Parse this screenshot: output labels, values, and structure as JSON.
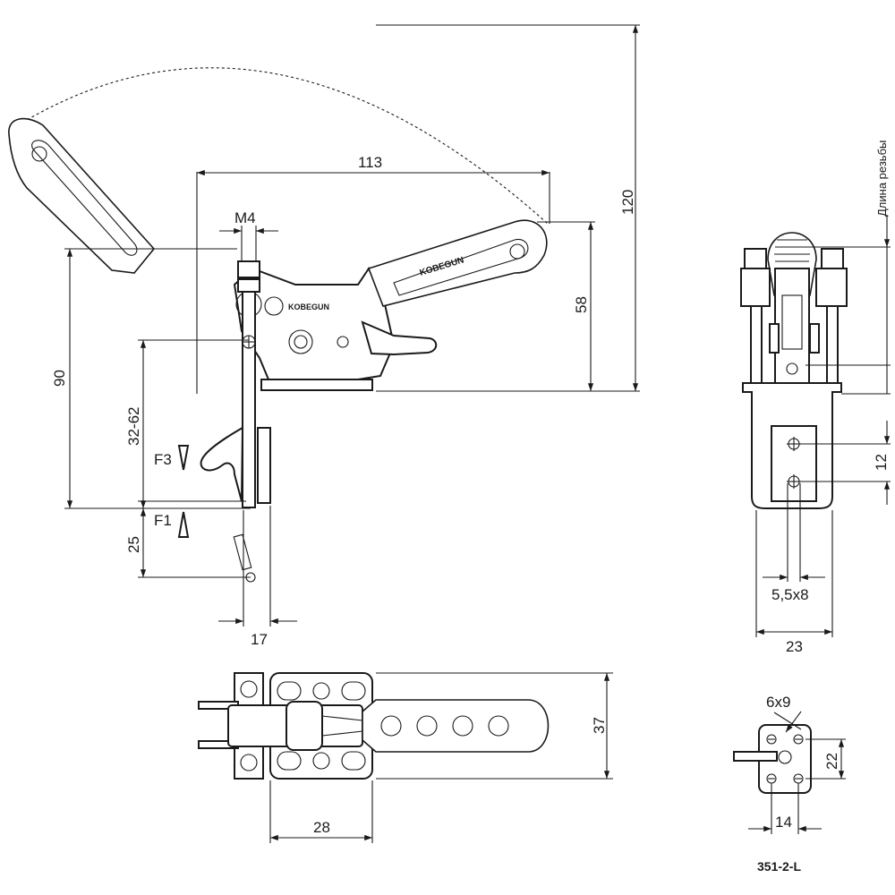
{
  "side_view": {
    "dim_width": "113",
    "dim_thread": "M4",
    "dim_height_max": "120",
    "dim_handle_height": "58",
    "dim_stroke": "90",
    "dim_adjust": "32-62",
    "dim_tip": "25",
    "dim_offset": "17",
    "force_down": "F3",
    "force_up": "F1",
    "handle_text": "KOBEGUN"
  },
  "front_view": {
    "thread_length_label": "Длина резьбы",
    "dim_spacing": "12",
    "dim_slot": "5,5x8",
    "dim_width": "23"
  },
  "top_view": {
    "dim_depth": "37",
    "dim_base": "28"
  },
  "mount_view": {
    "dim_slot": "6x9",
    "dim_height": "22",
    "dim_width": "14"
  },
  "model": "351-2-L"
}
